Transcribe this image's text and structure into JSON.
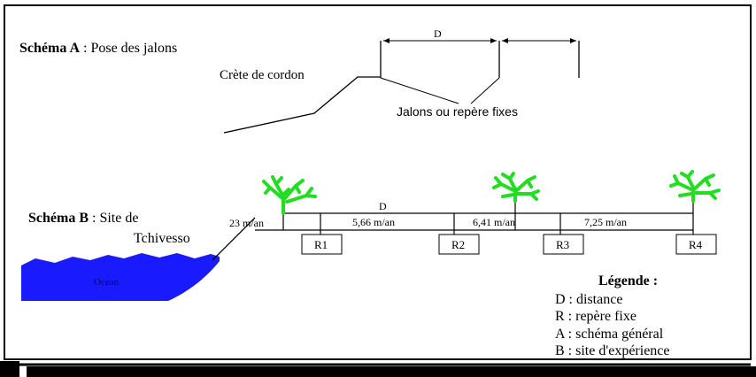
{
  "schema_a": {
    "label_bold": "Schéma A",
    "label_rest": " : Pose des jalons",
    "crete": "Crète de cordon",
    "distance": "D",
    "jalons": "Jalons ou repère fixes"
  },
  "schema_b": {
    "label_bold": "Schéma B",
    "label_rest": " : Site de",
    "site_name": "Tchivesso",
    "ocean": "Ocean",
    "distance": "D",
    "rates": [
      "23 m/an",
      "5,66 m/an",
      "6,41 m/an",
      "7,25 m/an"
    ],
    "markers": [
      "R1",
      "R2",
      "R3",
      "R4"
    ]
  },
  "legend": {
    "title": "Légende :",
    "items": [
      "D : distance",
      "R : repère fixe",
      "A : schéma général",
      "B : site d'expérience"
    ]
  },
  "colors": {
    "ocean": "#1a1aff",
    "tree": "#22dd22",
    "border": "#000000"
  }
}
